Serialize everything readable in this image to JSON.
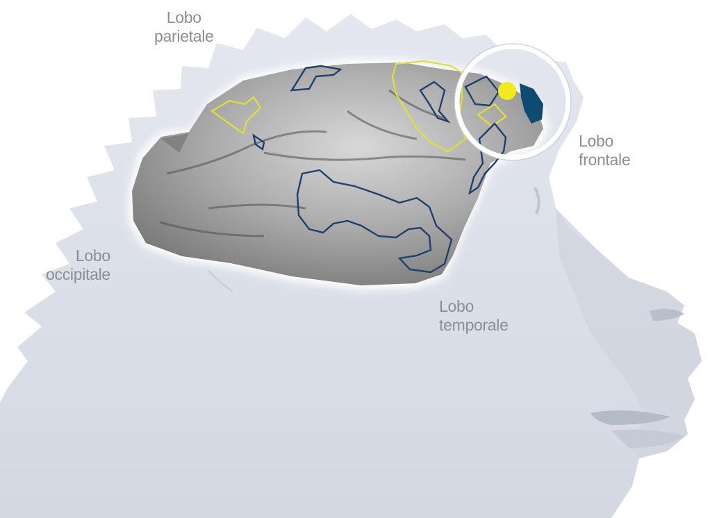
{
  "labels": {
    "parietal": {
      "line1": "Lobo",
      "line2": "parietale"
    },
    "frontal": {
      "line1": "Lobo",
      "line2": "frontale"
    },
    "occipital": {
      "line1": "Lobo",
      "line2": "occipitale"
    },
    "temporal": {
      "line1": "Lobo",
      "line2": "temporale"
    }
  },
  "colors": {
    "background": "#ffffff",
    "head_silhouette": "#dde1ea",
    "head_shadow": "#c9ced9",
    "brain_fill": "#9a9a9a",
    "brain_highlight": "#d4d4d4",
    "outline_blue": "#1f3f6e",
    "outline_yellow": "#e6e43a",
    "highlight_circle": "#ffffff",
    "dot_yellow": "#f2ea1c",
    "dot_blue": "#0f4a73",
    "label_text": "#8a8e96"
  }
}
